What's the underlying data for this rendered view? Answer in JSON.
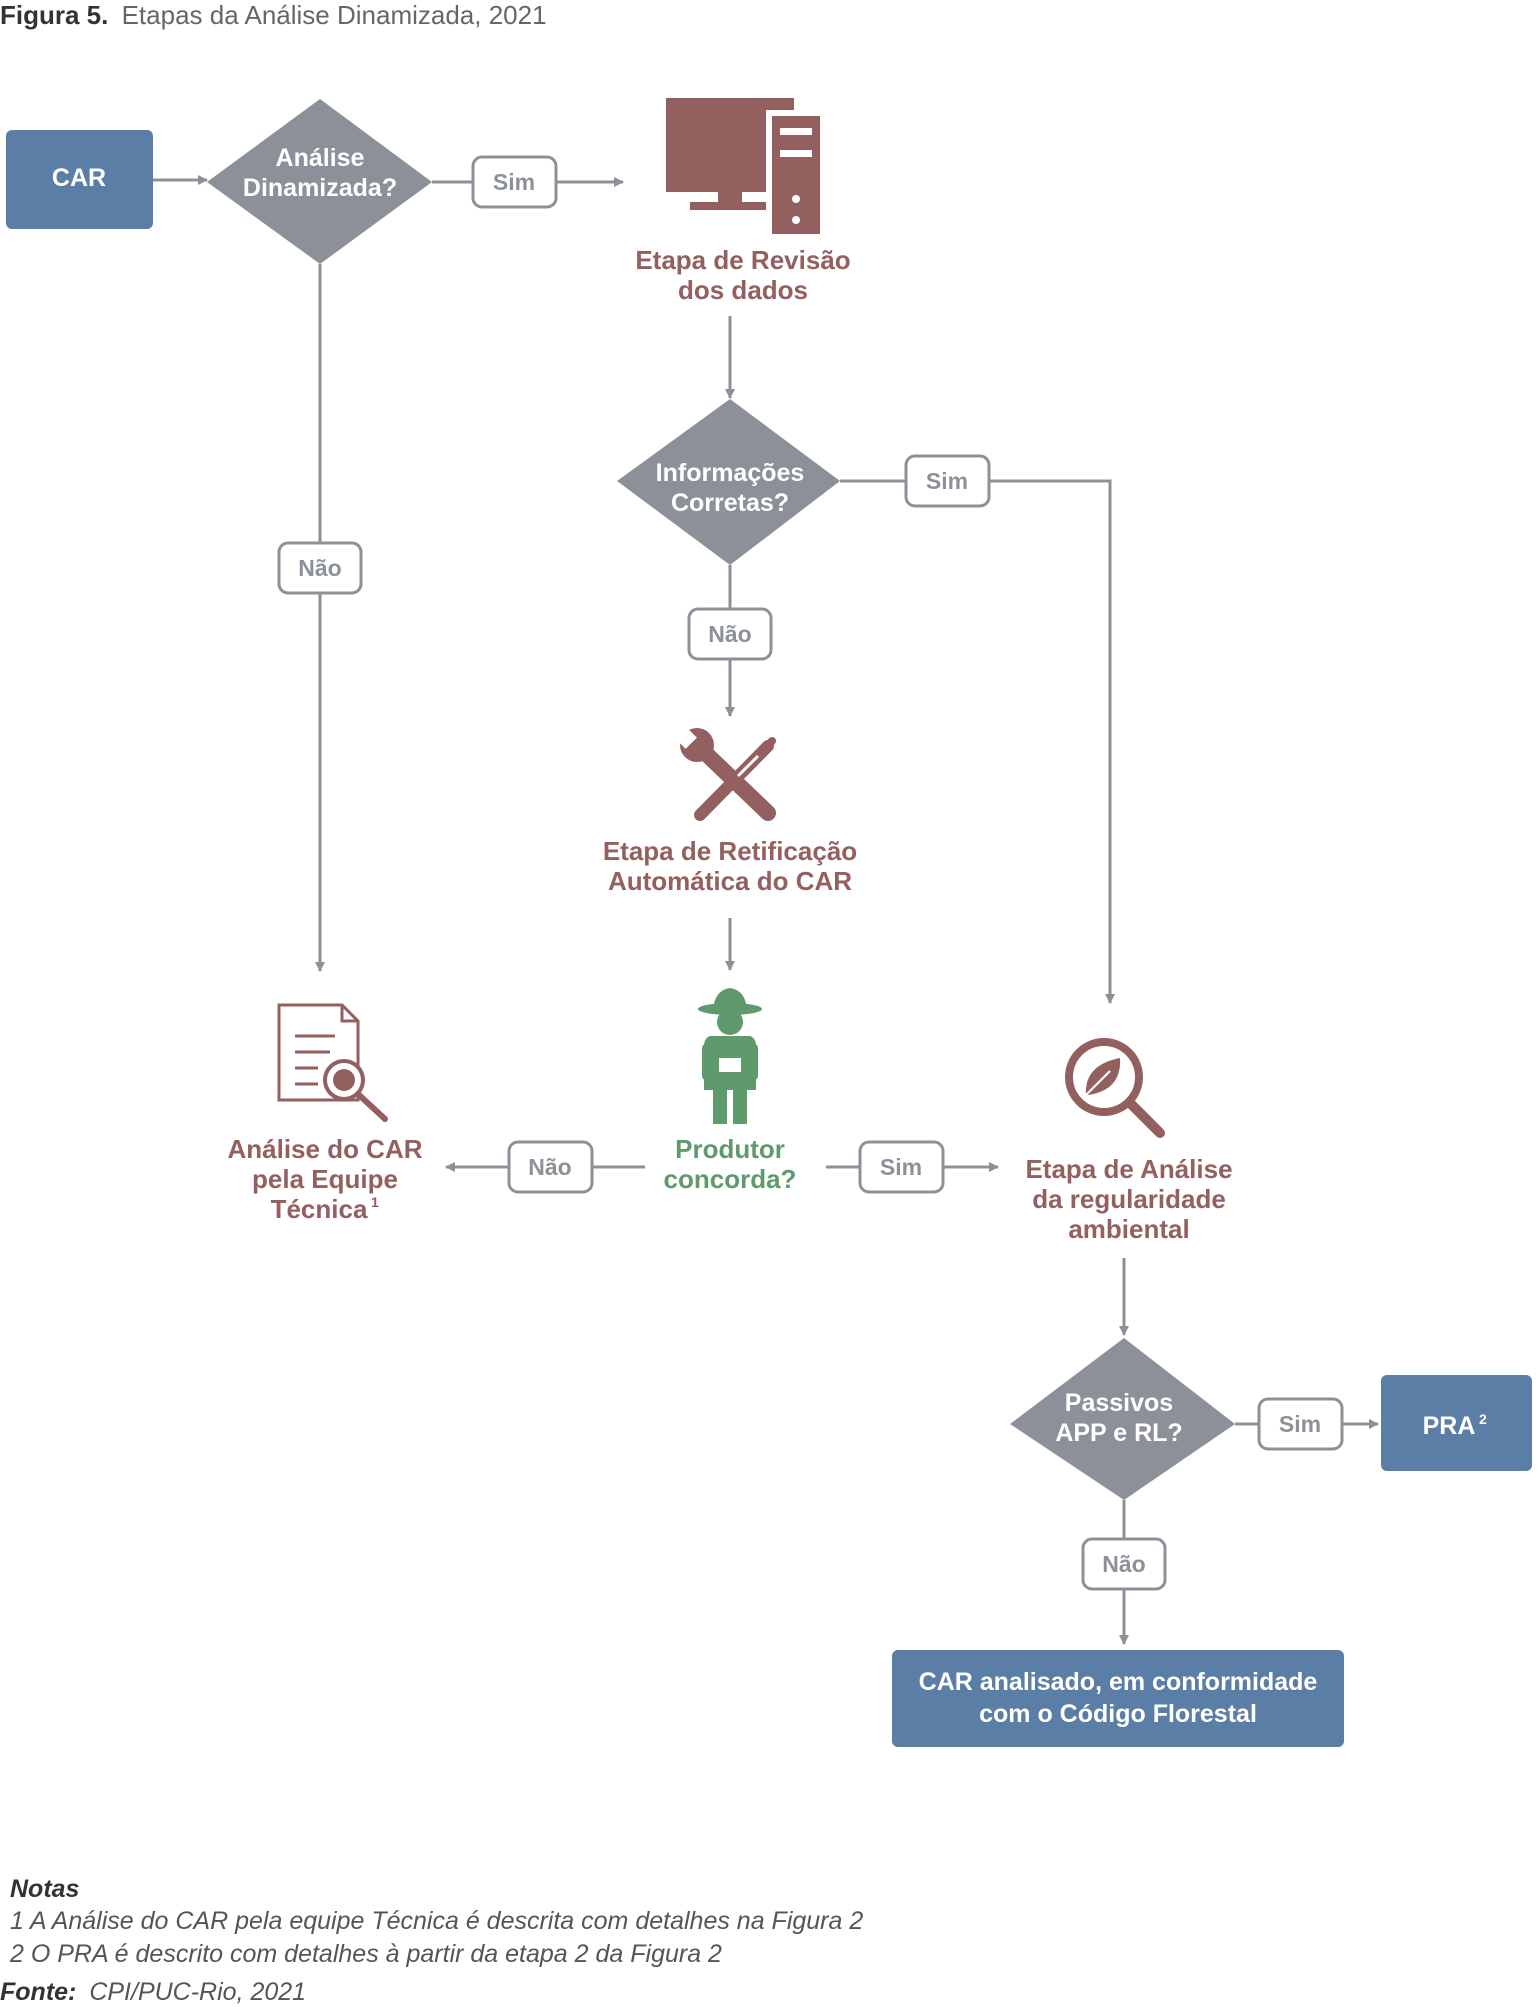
{
  "figure": {
    "label": "Figura 5.",
    "title": "Etapas da Análise Dinamizada, 2021"
  },
  "colors": {
    "blue": "#5b7ea6",
    "gray": "#8c9199",
    "maroon": "#93605f",
    "green": "#5e9a6c",
    "line": "#8c9199"
  },
  "nodes": {
    "car": "CAR",
    "analise_dinamizada": [
      "Análise",
      "Dinamizada?"
    ],
    "revisao_dados": [
      "Etapa de Revisão",
      "dos dados"
    ],
    "informacoes_corretas": [
      "Informações",
      "Corretas?"
    ],
    "retificacao": [
      "Etapa de Retificação",
      "Automática do CAR"
    ],
    "produtor_concorda": [
      "Produtor",
      "concorda?"
    ],
    "analise_equipe": [
      "Análise do CAR",
      "pela Equipe",
      "Técnica"
    ],
    "analise_equipe_sup": "1",
    "regularidade": [
      "Etapa de Análise",
      "da regularidade",
      "ambiental"
    ],
    "passivos": [
      "Passivos",
      "APP e RL?"
    ],
    "pra": "PRA",
    "pra_sup": "2",
    "conformidade": [
      "CAR analisado, em conformidade",
      "com o Código Florestal"
    ]
  },
  "edge_labels": {
    "sim": "Sim",
    "nao": "Não"
  },
  "icons": {
    "computer": "computer-icon",
    "tools": "wrench-screwdriver-icon",
    "farmer": "farmer-icon",
    "document": "document-search-icon",
    "leaf_search": "leaf-magnifier-icon"
  },
  "notes": {
    "title": "Notas",
    "items": [
      "1 A Análise do CAR pela equipe Técnica é descrita com detalhes na Figura 2",
      "2 O PRA é descrito com detalhes à partir da etapa 2 da Figura 2"
    ],
    "source_label": "Fonte:",
    "source": "CPI/PUC-Rio, 2021"
  }
}
